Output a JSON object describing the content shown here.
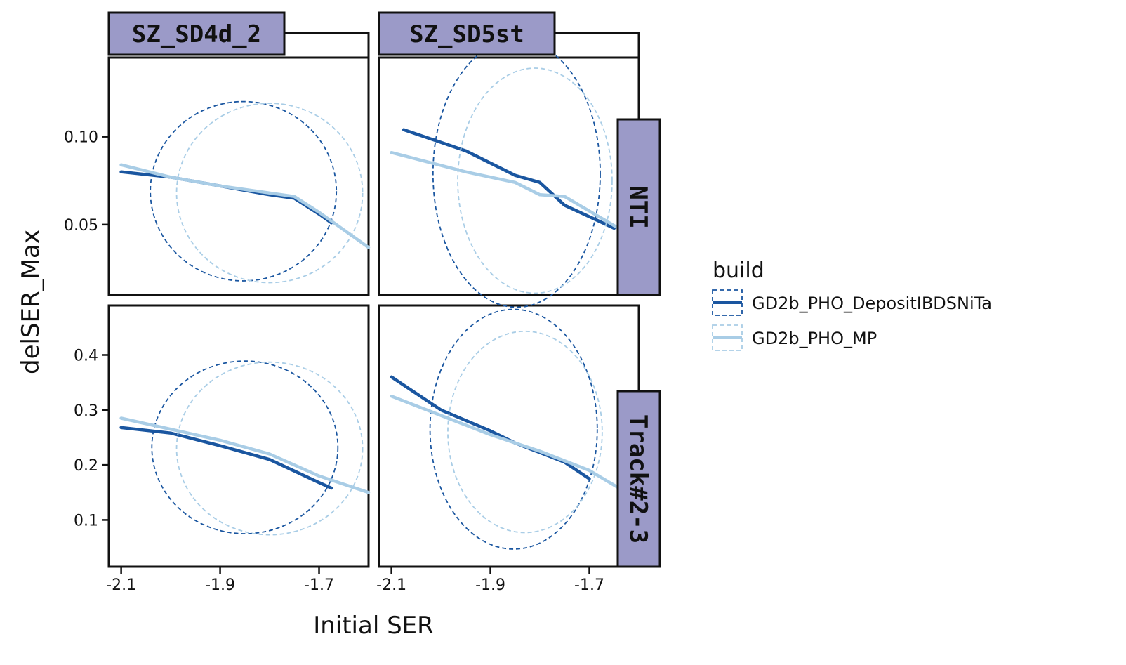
{
  "chart_data": {
    "type": "line",
    "xlabel": "Initial SER",
    "ylabel": "delSER_Max",
    "colors": {
      "dark": "#1a56a0",
      "light": "#a9cde6",
      "strip_fill": "#9b9ac8"
    },
    "column_facets": [
      "SZ_SD4d_2",
      "SZ_SD5st"
    ],
    "row_facets": [
      "NTI",
      "Track#2-3"
    ],
    "x_ticks": [
      -2.1,
      -1.9,
      -1.7
    ],
    "x_tick_labels": [
      "-2.1",
      "-1.9",
      "-1.7"
    ],
    "rows": [
      {
        "name": "NTI",
        "ylim": [
          0.01,
          0.145
        ],
        "y_ticks": [
          0.05,
          0.1
        ],
        "y_tick_labels": [
          "0.05",
          "0.10"
        ]
      },
      {
        "name": "Track#2-3",
        "ylim": [
          0.015,
          0.49
        ],
        "y_ticks": [
          0.1,
          0.2,
          0.3,
          0.4
        ],
        "y_tick_labels": [
          "0.1",
          "0.2",
          "0.3",
          "0.4"
        ]
      }
    ],
    "xlim": [
      -2.125,
      -1.6
    ],
    "legend": {
      "title": "build",
      "placement": "right",
      "items": [
        {
          "label": "GD2b_PHO_DepositIBDSNiTa",
          "color": "#1a56a0"
        },
        {
          "label": "GD2b_PHO_MP",
          "color": "#a9cde6"
        }
      ]
    },
    "panels": [
      {
        "col": "SZ_SD4d_2",
        "row": "NTI",
        "series": [
          {
            "name": "GD2b_PHO_DepositIBDSNiTa",
            "color": "#1a56a0",
            "x": [
              -2.1,
              -2.0,
              -1.9,
              -1.8,
              -1.75,
              -1.7,
              -1.675
            ],
            "y": [
              0.08,
              0.077,
              0.072,
              0.067,
              0.065,
              0.056,
              0.051
            ],
            "ellipse": {
              "cx": -1.853,
              "cy": 0.069,
              "rx": 0.188,
              "ry": 0.051
            }
          },
          {
            "name": "GD2b_PHO_MP",
            "color": "#a9cde6",
            "x": [
              -2.1,
              -2.0,
              -1.9,
              -1.8,
              -1.75,
              -1.7,
              -1.6
            ],
            "y": [
              0.084,
              0.077,
              0.072,
              0.068,
              0.066,
              0.057,
              0.037
            ],
            "ellipse": {
              "cx": -1.8,
              "cy": 0.068,
              "rx": 0.188,
              "ry": 0.051
            }
          }
        ]
      },
      {
        "col": "SZ_SD5st",
        "row": "NTI",
        "series": [
          {
            "name": "GD2b_PHO_DepositIBDSNiTa",
            "color": "#1a56a0",
            "x": [
              -2.075,
              -1.95,
              -1.85,
              -1.8,
              -1.75,
              -1.65
            ],
            "y": [
              0.104,
              0.092,
              0.078,
              0.074,
              0.061,
              0.048
            ],
            "ellipse": {
              "cx": -1.847,
              "cy": 0.079,
              "rx": 0.169,
              "ry": 0.076
            }
          },
          {
            "name": "GD2b_PHO_MP",
            "color": "#a9cde6",
            "x": [
              -2.1,
              -1.95,
              -1.85,
              -1.8,
              -1.75,
              -1.635
            ],
            "y": [
              0.091,
              0.08,
              0.074,
              0.067,
              0.066,
              0.047
            ],
            "ellipse": {
              "cx": -1.81,
              "cy": 0.075,
              "rx": 0.156,
              "ry": 0.064
            }
          }
        ]
      },
      {
        "col": "SZ_SD4d_2",
        "row": "Track#2-3",
        "series": [
          {
            "name": "GD2b_PHO_DepositIBDSNiTa",
            "color": "#1a56a0",
            "x": [
              -2.1,
              -2.0,
              -1.9,
              -1.8,
              -1.7,
              -1.675
            ],
            "y": [
              0.268,
              0.258,
              0.235,
              0.21,
              0.168,
              0.158
            ],
            "ellipse": {
              "cx": -1.85,
              "cy": 0.232,
              "rx": 0.188,
              "ry": 0.157
            }
          },
          {
            "name": "GD2b_PHO_MP",
            "color": "#a9cde6",
            "x": [
              -2.1,
              -2.0,
              -1.9,
              -1.8,
              -1.7,
              -1.6
            ],
            "y": [
              0.285,
              0.265,
              0.245,
              0.22,
              0.18,
              0.15
            ],
            "ellipse": {
              "cx": -1.8,
              "cy": 0.23,
              "rx": 0.188,
              "ry": 0.157
            }
          }
        ]
      },
      {
        "col": "SZ_SD5st",
        "row": "Track#2-3",
        "series": [
          {
            "name": "GD2b_PHO_DepositIBDSNiTa",
            "color": "#1a56a0",
            "x": [
              -2.1,
              -2.0,
              -1.9,
              -1.85,
              -1.75,
              -1.7
            ],
            "y": [
              0.36,
              0.3,
              0.262,
              0.24,
              0.205,
              0.175
            ],
            "ellipse": {
              "cx": -1.853,
              "cy": 0.265,
              "rx": 0.169,
              "ry": 0.218
            }
          },
          {
            "name": "GD2b_PHO_MP",
            "color": "#a9cde6",
            "x": [
              -2.1,
              -2.0,
              -1.9,
              -1.8,
              -1.7,
              -1.625
            ],
            "y": [
              0.325,
              0.29,
              0.255,
              0.225,
              0.19,
              0.15
            ],
            "ellipse": {
              "cx": -1.83,
              "cy": 0.26,
              "rx": 0.156,
              "ry": 0.183
            }
          }
        ]
      }
    ]
  }
}
